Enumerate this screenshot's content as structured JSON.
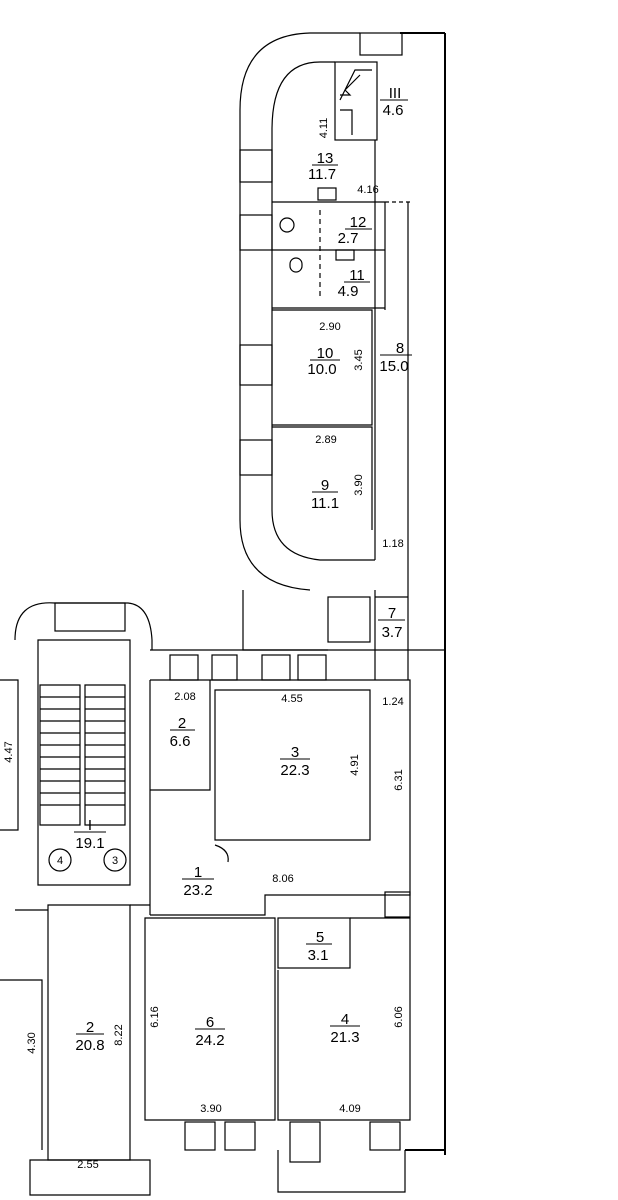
{
  "rooms": [
    {
      "id": "r13",
      "num": "13",
      "area": "11.7"
    },
    {
      "id": "r12",
      "num": "12",
      "area": "2.7"
    },
    {
      "id": "r11",
      "num": "11",
      "area": "4.9"
    },
    {
      "id": "r10",
      "num": "10",
      "area": "10.0"
    },
    {
      "id": "r9",
      "num": "9",
      "area": "11.1"
    },
    {
      "id": "r8",
      "num": "8",
      "area": "15.0"
    },
    {
      "id": "r7",
      "num": "7",
      "area": "3.7"
    },
    {
      "id": "rIII",
      "num": "III",
      "area": "4.6"
    },
    {
      "id": "rI",
      "num": "I",
      "area": "19.1"
    },
    {
      "id": "r2a",
      "num": "2",
      "area": "6.6"
    },
    {
      "id": "r3",
      "num": "3",
      "area": "22.3"
    },
    {
      "id": "r1",
      "num": "1",
      "area": "23.2"
    },
    {
      "id": "r5",
      "num": "5",
      "area": "3.1"
    },
    {
      "id": "r6",
      "num": "6",
      "area": "24.2"
    },
    {
      "id": "r4",
      "num": "4",
      "area": "21.3"
    },
    {
      "id": "r2b",
      "num": "2",
      "area": "20.8"
    }
  ],
  "dims": {
    "d411": "4.11",
    "d416": "4.16",
    "d290": "2.90",
    "d345": "3.45",
    "d289": "2.89",
    "d390v": "3.90",
    "d118": "1.18",
    "d208": "2.08",
    "d455": "4.55",
    "d124": "1.24",
    "d491": "4.91",
    "d631": "6.31",
    "d447": "4.47",
    "d806": "8.06",
    "d616": "6.16",
    "d606": "6.06",
    "d430": "4.30",
    "d822": "8.22",
    "d390h": "3.90",
    "d409": "4.09",
    "d255": "2.55"
  },
  "stair_markers": [
    "4",
    "3"
  ]
}
